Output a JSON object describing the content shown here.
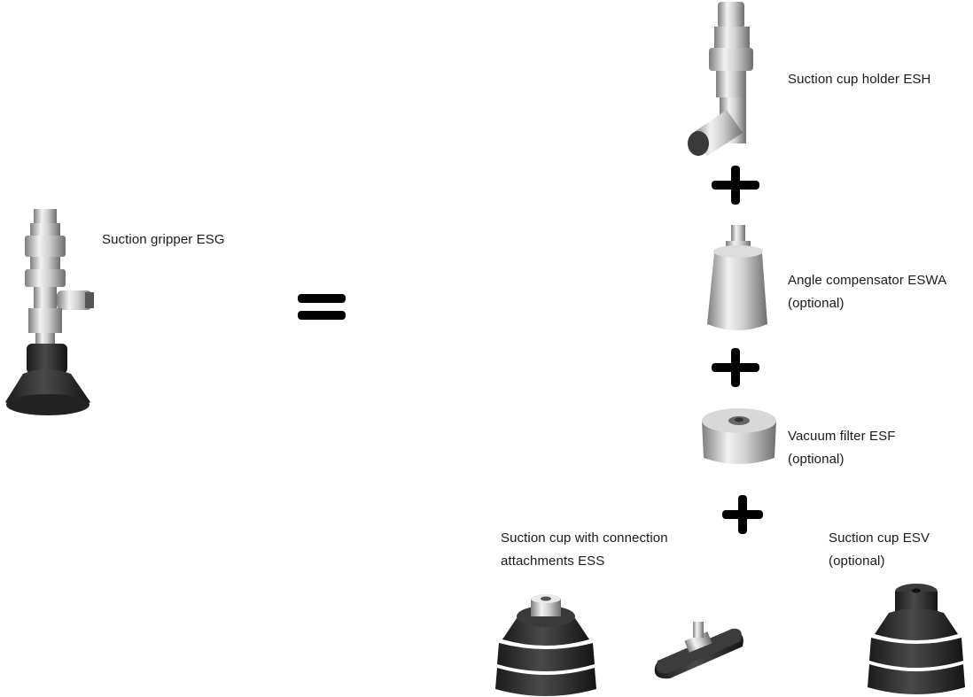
{
  "labels": {
    "gripper": "Suction gripper ESG",
    "holder": "Suction cup holder ESH",
    "compensator_line1": "Angle compensator ESWA",
    "compensator_line2": "(optional)",
    "filter_line1": "Vacuum filter ESF",
    "filter_line2": "(optional)",
    "ess_line1": "Suction cup with connection",
    "ess_line2": "attachments ESS",
    "esv_line1": "Suction cup ESV",
    "esv_line2": "(optional)"
  },
  "colors": {
    "metal": "#c8c8c8",
    "rubber": "#2b2b2b",
    "operator": "#000000"
  },
  "icons": [
    "equals-sign",
    "plus-sign",
    "suction-gripper",
    "cup-holder",
    "angle-compensator",
    "vacuum-filter",
    "suction-cup"
  ]
}
